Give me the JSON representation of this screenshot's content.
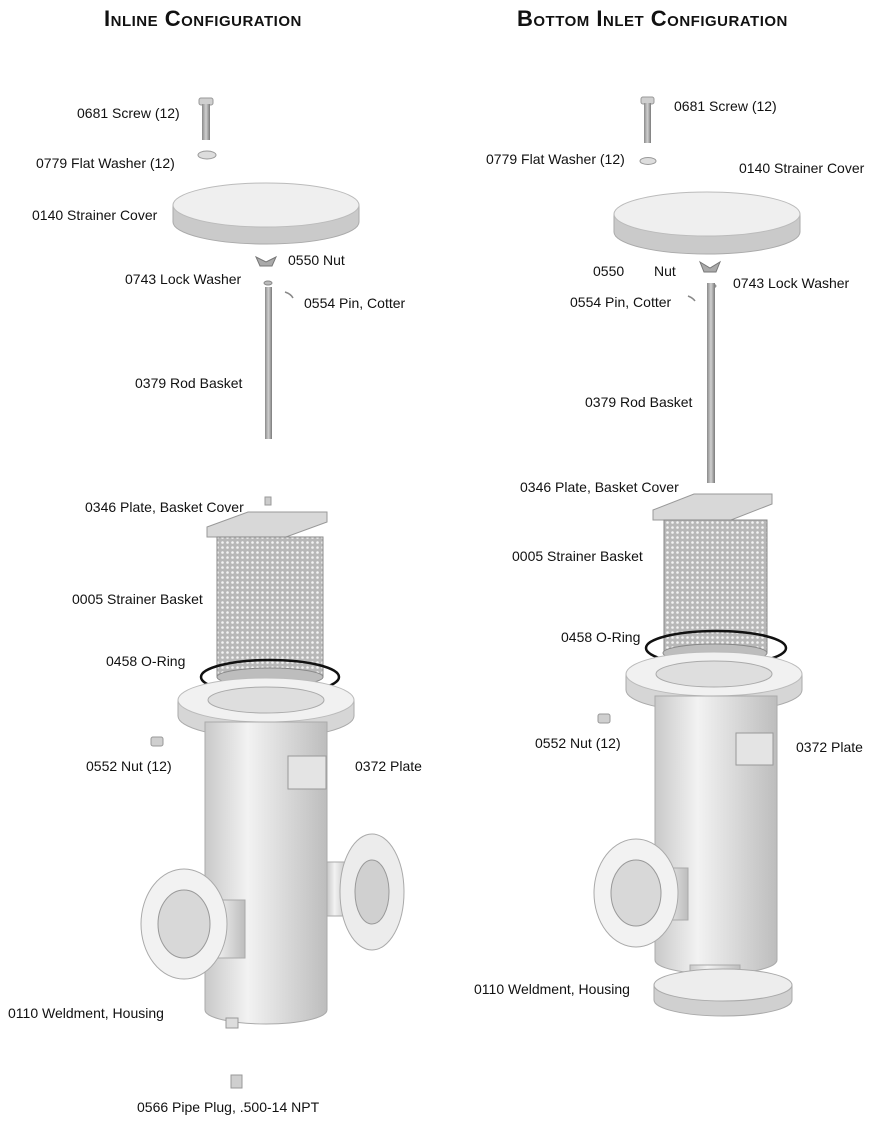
{
  "left": {
    "title": "Inline Configuration",
    "labels": {
      "screw": "0681  Screw (12)",
      "flat_washer": "0779  Flat Washer (12)",
      "strainer_cover": "0140  Strainer Cover",
      "nut": "0550  Nut",
      "lock_washer": "0743  Lock Washer",
      "pin_cotter": "0554  Pin, Cotter",
      "rod_basket": "0379  Rod Basket",
      "plate_basket_cover": "0346  Plate, Basket Cover",
      "strainer_basket": "0005  Strainer Basket",
      "o_ring": "0458  O-Ring",
      "nut_12": "0552  Nut (12)",
      "plate": "0372  Plate",
      "weldment_housing": "0110  Weldment, Housing",
      "pipe_plug": "0566  Pipe Plug,  .500-14 NPT"
    }
  },
  "right": {
    "title": "Bottom Inlet Configuration",
    "labels": {
      "screw": "0681  Screw (12)",
      "flat_washer": "0779  Flat Washer (12)",
      "strainer_cover": "0140  Strainer Cover",
      "nut_code": "0550",
      "nut_name": "Nut",
      "lock_washer": "0743  Lock Washer",
      "pin_cotter": "0554  Pin, Cotter",
      "rod_basket": "0379  Rod Basket",
      "plate_basket_cover": "0346  Plate, Basket Cover",
      "strainer_basket": "0005  Strainer Basket",
      "o_ring": "0458  O-Ring",
      "nut_12": "0552  Nut (12)",
      "plate": "0372  Plate",
      "weldment_housing": "0110  Weldment, Housing"
    }
  }
}
